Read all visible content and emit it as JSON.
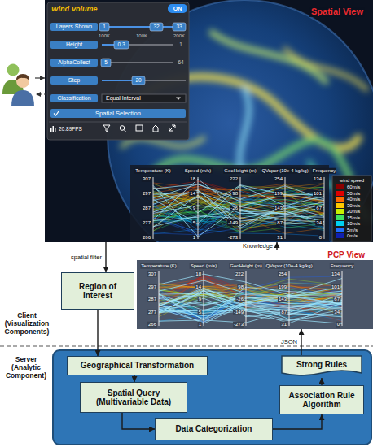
{
  "diagram": {
    "nodes": [
      {
        "text": [
          "Spatial View"
        ]
      },
      {
        "text": [
          "Wind Volume"
        ],
        "in": 0
      },
      {
        "text": [
          "Region of Interest"
        ]
      },
      {
        "text": [
          "PCP View"
        ]
      },
      {
        "text": [
          "Server (Analytic Component)"
        ]
      },
      {
        "text": [
          "Geographical Transformation"
        ],
        "in": 4
      },
      {
        "text": [
          "Spatial Query (Multivariable Data)"
        ],
        "in": 4
      },
      {
        "text": [
          "Data Categorization"
        ],
        "in": 4
      },
      {
        "text": [
          "Association Rule Algorithm"
        ],
        "in": 4
      },
      {
        "text": [
          "Strong Rules"
        ],
        "in": 4
      }
    ],
    "edges": [
      {
        "from": 0,
        "to": 2,
        "arrow": "to",
        "label": "spatial filter"
      },
      {
        "from": 3,
        "to": 0,
        "arrow": "to",
        "label": "Knowledge"
      },
      {
        "from": 2,
        "to": 5,
        "arrow": "to"
      },
      {
        "from": 5,
        "to": 6,
        "arrow": "to"
      },
      {
        "from": 6,
        "to": 7,
        "arrow": "to"
      },
      {
        "from": 7,
        "to": 8,
        "arrow": "to"
      },
      {
        "from": 8,
        "to": 9,
        "arrow": "to"
      },
      {
        "from": 9,
        "to": 3,
        "arrow": "to",
        "label": "JSON"
      }
    ],
    "labels": [
      "ON",
      "1",
      "32",
      "33",
      "Layers Shown",
      "100K",
      "100K",
      "200K",
      "Height",
      "0.3",
      "1",
      "AlphaCollect",
      "5",
      "64",
      "Step",
      "20",
      "Classification",
      "Equal Interval",
      "Spatial Selection",
      "20.89FPS",
      "wind speed",
      "Temperature (K)",
      "Speed (m/s)",
      "GeoHeight (m)",
      "QVapor (10e-4 kg/kg)",
      "Frequency",
      "307",
      "297",
      "287",
      "277",
      "266",
      "18",
      "14",
      "9",
      "5",
      "1",
      "222",
      "98",
      "-26",
      "-149",
      "-273",
      "254",
      "199",
      "143",
      "87",
      "31",
      "134",
      "101",
      "67",
      "34",
      "0",
      "Temperature (K)",
      "Speed (m/s)",
      "GeoHeight (m)",
      "QVapor (10e-4 kg/kg)",
      "Frequency",
      "307",
      "297",
      "287",
      "277",
      "266",
      "18",
      "14",
      "9",
      "5",
      "1",
      "222",
      "98",
      "-26",
      "-149",
      "-273",
      "254",
      "199",
      "143",
      "87",
      "31",
      "134",
      "101",
      "67",
      "34",
      "0",
      "Client (Visualization Components)"
    ],
    "legend": [
      {
        "text": "60m/s",
        "color": "#8b0000"
      },
      {
        "text": "50m/s",
        "color": "#e00000"
      },
      {
        "text": "40m/s",
        "color": "#ff6a00"
      },
      {
        "text": "30m/s",
        "color": "#ffc800"
      },
      {
        "text": "20m/s",
        "color": "#c8f000"
      },
      {
        "text": "15m/s",
        "color": "#40e060"
      },
      {
        "text": "10m/s",
        "color": "#00d0f0"
      },
      {
        "text": "5m/s",
        "color": "#2070ff"
      },
      {
        "text": "0m/s",
        "color": "#1020b0"
      }
    ]
  }
}
